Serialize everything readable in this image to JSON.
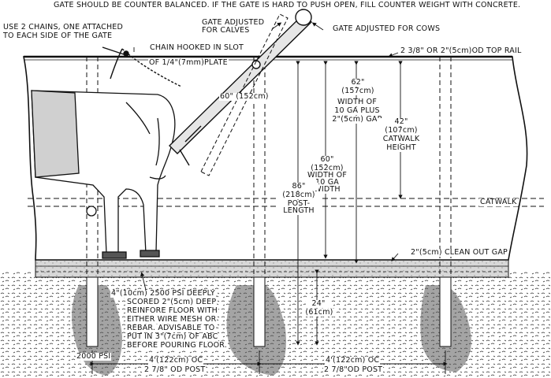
{
  "notes": {
    "top_note": "GATE SHOULD BE COUNTER BALANCED. IF THE GATE IS HARD TO PUSH OPEN, FILL COUNTER WEIGHT WITH CONCRETE.",
    "chains_line1": "USE 2 CHAINS, ONE ATTACHED",
    "chains_line2": "TO EACH SIDE OF THE GATE",
    "gate_calves_line1": "GATE ADJUSTED",
    "gate_calves_line2": "FOR CALVES",
    "gate_cows": "GATE ADJUSTED FOR COWS",
    "chain_slot_line1": "CHAIN HOOKED IN SLOT",
    "chain_slot_line2": "OF 1/4\"(7mm)PLATE"
  },
  "dimensions": {
    "top_rail": "2 3/8\" OR 2\"(5cm)OD TOP RAIL",
    "gate_length": "60\" (152cm)",
    "width_62_a": "62\"",
    "width_62_b": "(157cm)",
    "width_62_c": "WIDTH OF",
    "width_62_d": "10 GA PLUS",
    "width_62_e": "2\"(5cm) GAP",
    "catwalk_42_a": "42\"",
    "catwalk_42_b": "(107cm)",
    "catwalk_42_c": "CATWALK",
    "catwalk_42_d": "HEIGHT",
    "width_60_a": "60\"",
    "width_60_b": "(152cm)",
    "width_60_c": "WIDTH OF",
    "width_60_d": "10 GA",
    "width_60_e": "WIDTH",
    "post_86_a": "86\"",
    "post_86_b": "(218cm)",
    "post_86_c": "POST-",
    "post_86_d": "LENGTH",
    "catwalk": "CATWALK",
    "clean_out": "2\"(5cm) CLEAN OUT GAP",
    "depth_24_a": "24\"",
    "depth_24_b": "(61cm)",
    "oc_left": "4'(122cm) OC",
    "oc_right": "4'(122cm) OC",
    "post_left": "2 7/8\" OD POST",
    "post_right": "2 7/8\"OD POST",
    "psi_2000": "2000 PSI"
  },
  "floor_note": {
    "line1": "4\"(10cm) 2500 PSI DEEPLY",
    "line2": "SCORED 2\"(5cm) DEEP",
    "line3": "REINFORE FLOOR WITH",
    "line4": "EITHER WIRE MESH OR",
    "line5": "REBAR. ADVISABLE TO",
    "line6": "PUT IN 3\"(7cm) OF ABC",
    "line7": "BEFORE POURING FLOOR."
  }
}
